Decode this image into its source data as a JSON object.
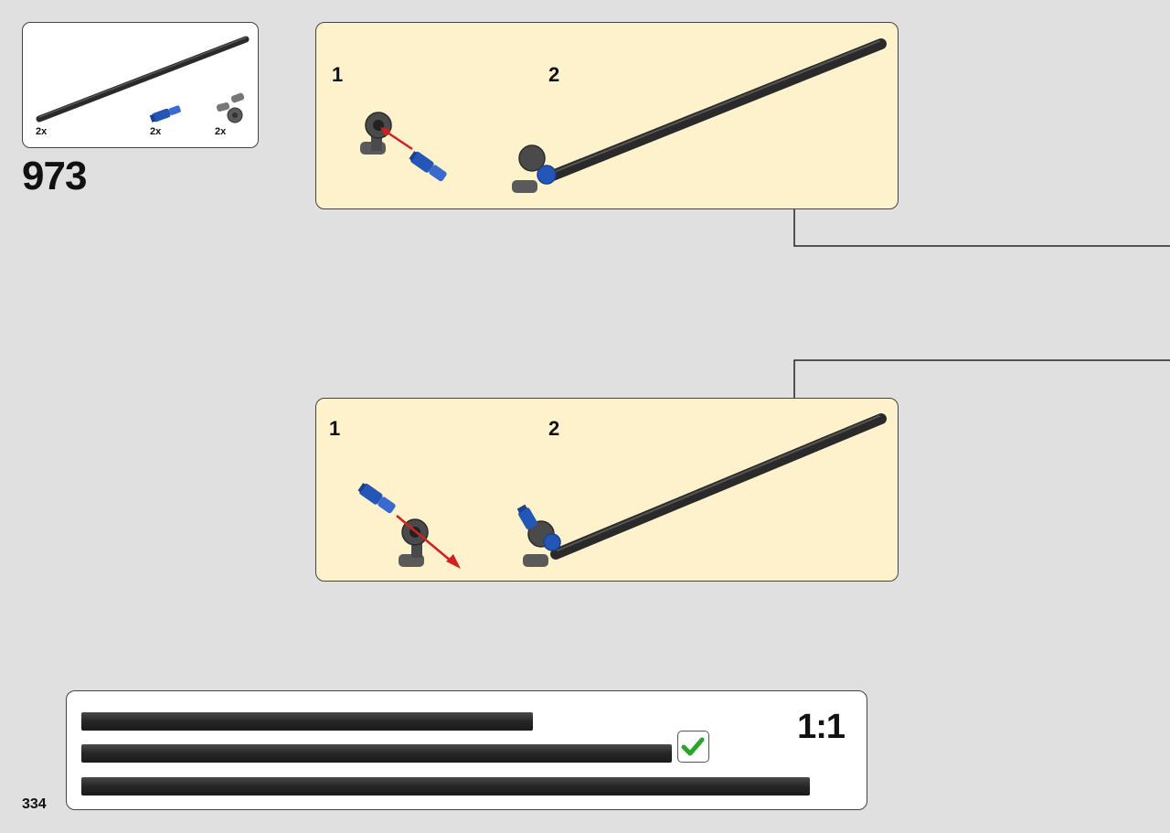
{
  "parts_list": {
    "items": [
      {
        "icon": "long-black-axle-icon",
        "quantity": "2x"
      },
      {
        "icon": "blue-axle-pin-icon",
        "quantity": "2x"
      },
      {
        "icon": "grey-pin-connector-icon",
        "quantity": "2x"
      }
    ]
  },
  "step": {
    "number": "973"
  },
  "sub_steps_top": {
    "step_1": "1",
    "step_2": "2"
  },
  "sub_steps_bottom": {
    "step_1": "1",
    "step_2": "2"
  },
  "scale": {
    "label": "1:1",
    "check_icon": "green-check-icon"
  },
  "page": {
    "number": "334"
  },
  "colors": {
    "background": "#e0e0e0",
    "panel": "#fdf2cc",
    "axle": "#2a2a2a",
    "blue_part": "#2456b8",
    "grey_part": "#5a5a5a",
    "arrow": "#d22020",
    "check": "#2aa52a"
  }
}
